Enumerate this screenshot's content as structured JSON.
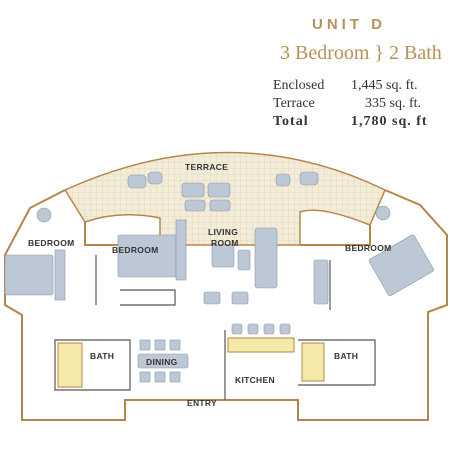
{
  "header": {
    "unit": "UNIT D",
    "layout": "3 Bedroom } 2 Bath",
    "areas": [
      {
        "label": "Enclosed",
        "value": "1,445 sq. ft."
      },
      {
        "label": "Terrace",
        "value": "335 sq. ft."
      },
      {
        "label": "Total",
        "value": "1,780 sq. ft"
      }
    ]
  },
  "rooms": {
    "terrace": "TERRACE",
    "bedroom_left": "BEDROOM",
    "bedroom_center": "BEDROOM",
    "living_1": "LIVING",
    "living_2": "ROOM",
    "bedroom_right": "BEDROOM",
    "bath_left": "BATH",
    "dining": "DINING",
    "kitchen": "KITCHEN",
    "bath_right": "BATH",
    "entry": "ENTRY"
  },
  "colors": {
    "accent": "#b8915a",
    "wall": "#b5864a",
    "terrace_fill": "#f3ecd9",
    "furniture": "#bcc8d6",
    "bath_fill": "#f4e9a8",
    "text": "#333333"
  }
}
